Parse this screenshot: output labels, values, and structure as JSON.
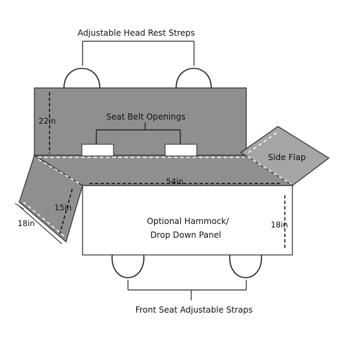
{
  "labels": {
    "head_rest_straps": "Adjustable Head Rest Streps",
    "seat_belt_openings": "Seat Belt Openings",
    "side_flap": "Side Flap",
    "hammock_line1": "Optional Hammock/",
    "hammock_line2": "Drop Down Panel",
    "front_straps": "Front Seat Adjustable Straps"
  },
  "dimensions": {
    "back_height": "22in",
    "width": "54in",
    "flap_inner": "15in",
    "flap_outer": "18in",
    "panel_height": "18in"
  },
  "colors": {
    "fabric": "#8f8f8f",
    "flap_light": "#a6a6a6",
    "panel": "#ffffff",
    "outline": "#2a2a2a",
    "dash": "#ffffff"
  }
}
